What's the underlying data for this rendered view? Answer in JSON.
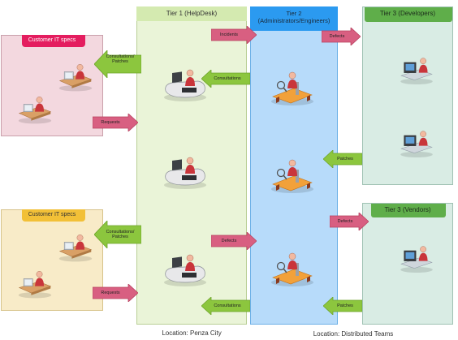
{
  "colors": {
    "customer_top": "#e41d5f",
    "customer_bottom": "#f2c037",
    "tier1": "#c6e4a0",
    "tier2": "#2b9af0",
    "tier3": "#5fae4a",
    "arrow_pink": "#d85f81",
    "arrow_green": "#8cc63e"
  },
  "panels": {
    "customer_top": "Customer IT specs",
    "customer_bottom": "Customer IT specs",
    "tier1": "Tier 1 (HelpDesk)",
    "tier2": "Tier 2\n(Administrators/Engineers)",
    "tier3_dev": "Tier 3 (Developers)",
    "tier3_vendors": "Tier 3 (Vendors)"
  },
  "arrows": {
    "consultations_patches_top": "Consultations/\nPatches",
    "requests_top": "Requests",
    "consultations_patches_bottom": "Consultations/\nPatches",
    "requests_bottom": "Requests",
    "incidents": "Incidents",
    "consultations_t2_top": "Consultations",
    "defects_t1_t2": "Defects",
    "consultations_t2_bottom": "Consultations",
    "defects_dev": "Defects",
    "patches_dev": "Patches",
    "defects_vendors": "Defects",
    "patches_vendors": "Patches"
  },
  "locations": {
    "penza": "Location: Penza City",
    "distributed": "Location: Distributed Teams"
  },
  "icons": [
    "person-at-desk-icon",
    "person-at-laptop-icon",
    "engineer-with-tools-icon",
    "developer-at-monitor-icon"
  ]
}
